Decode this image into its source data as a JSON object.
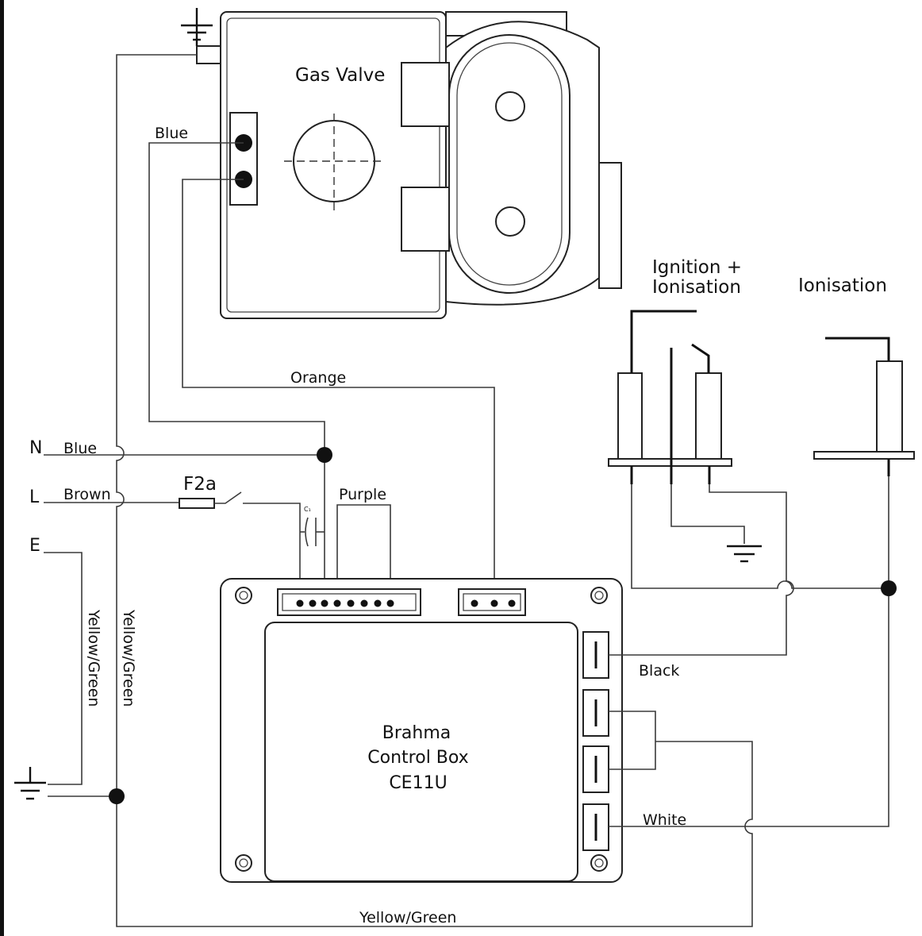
{
  "title": "",
  "components": {
    "gas_valve": "Gas Valve",
    "ignition_electrode": [
      "Ignition +",
      "Ionisation"
    ],
    "ionisation_electrode": "Ionisation",
    "control_box": [
      "Brahma",
      "Control Box",
      "CE11U"
    ],
    "fuse": "F2a"
  },
  "terminals": {
    "neutral": "N",
    "live": "L",
    "earth": "E"
  },
  "wire_labels": {
    "blue_valve": "Blue",
    "orange": "Orange",
    "blue_neutral": "Blue",
    "brown": "Brown",
    "purple": "Purple",
    "yellow_green_left": "Yellow/Green",
    "yellow_green_mid": "Yellow/Green",
    "yellow_green_bottom": "Yellow/Green",
    "black": "Black",
    "white": "White"
  },
  "capacitor_label": "C₁",
  "colors": {
    "line": "#111111",
    "background": "#ffffff"
  }
}
